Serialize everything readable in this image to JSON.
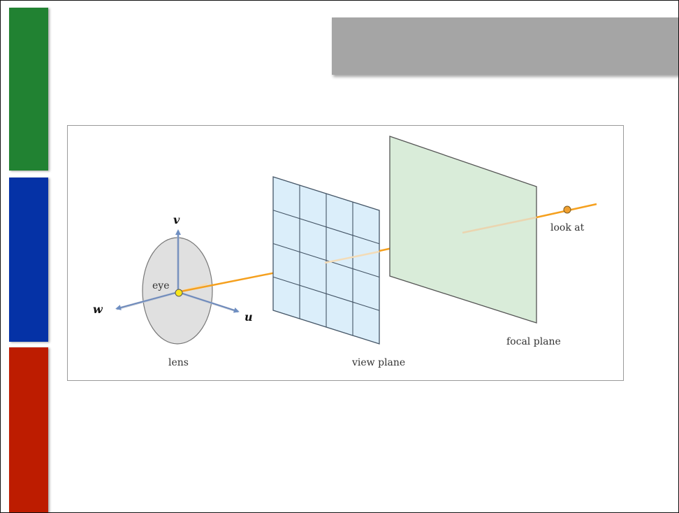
{
  "slide": {
    "title_text": "",
    "colors": {
      "bar_top": "#218232",
      "bar_middle": "#0532a6",
      "bar_bottom": "#bd1c00",
      "title_bar": "#a5a5a5",
      "ray": "#f5a01e",
      "view_plane_fill": "#dbeefa",
      "focal_plane_fill": "#d9ecd9",
      "lens_fill": "#e0e0e0",
      "eye_point": "#f7e61a",
      "look_at_point": "#f0a030"
    }
  },
  "diagram": {
    "labels": {
      "eye": "eye",
      "lens": "lens",
      "view_plane": "view plane",
      "focal_plane": "focal plane",
      "look_at": "look at",
      "axis_u": "u",
      "axis_v": "v",
      "axis_w": "w"
    },
    "view_plane_grid": {
      "columns": 4,
      "rows": 4
    }
  }
}
